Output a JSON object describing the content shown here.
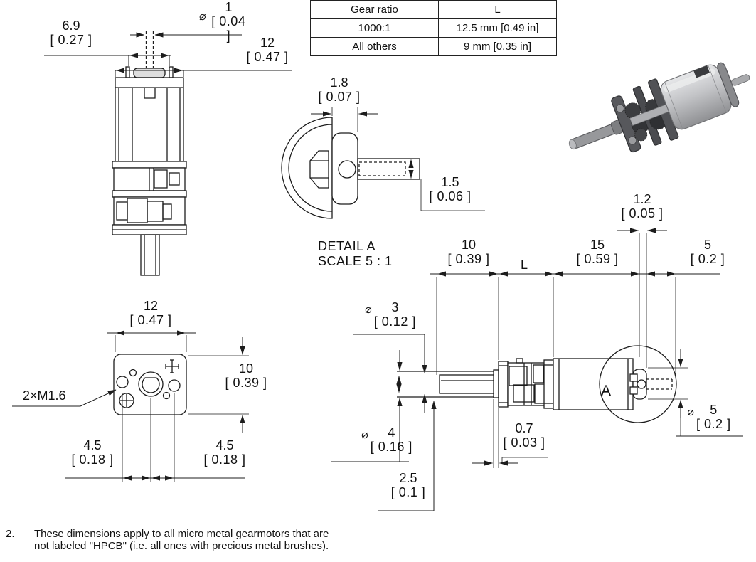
{
  "table": {
    "col1_header": "Gear ratio",
    "col2_header": "L",
    "rows": [
      {
        "ratio": "1000:1",
        "length": "12.5 mm [0.49 in]"
      },
      {
        "ratio": "All others",
        "length": "9 mm [0.35 in]"
      }
    ]
  },
  "rear_view": {
    "dim_shaft_dia": {
      "prefix": "⌀",
      "mm": "1",
      "in": "[ 0.04 ]"
    },
    "dim_terminal_span": {
      "mm": "6.9",
      "in": "[ 0.27 ]"
    },
    "dim_body_width": {
      "mm": "12",
      "in": "[ 0.47 ]"
    }
  },
  "detail_view": {
    "title": "DETAIL A",
    "scale": "SCALE 5 : 1",
    "dim_bushing_len": {
      "mm": "1.8",
      "in": "[ 0.07 ]"
    },
    "dim_shaft_dia": {
      "mm": "1.5",
      "in": "[ 0.06 ]"
    }
  },
  "face_view": {
    "dim_width": {
      "mm": "12",
      "in": "[ 0.47 ]"
    },
    "dim_height": {
      "mm": "10",
      "in": "[ 0.39 ]"
    },
    "dim_hole_left": {
      "mm": "4.5",
      "in": "[ 0.18 ]"
    },
    "dim_hole_right": {
      "mm": "4.5",
      "in": "[ 0.18 ]"
    },
    "thread_callout": "2×M1.6"
  },
  "side_view": {
    "dim_shaft_len": {
      "mm": "10",
      "in": "[ 0.39 ]"
    },
    "dim_gearbox_len_label": "L",
    "dim_motor_len": {
      "mm": "15",
      "in": "[ 0.59 ]"
    },
    "dim_rear_cap": {
      "mm": "1.2",
      "in": "[ 0.05 ]"
    },
    "dim_rear_shaft_len": {
      "mm": "5",
      "in": "[ 0.2 ]"
    },
    "dim_shaft_dia": {
      "prefix": "⌀",
      "mm": "3",
      "in": "[ 0.12 ]"
    },
    "dim_bushing_dia": {
      "prefix": "⌀",
      "mm": "4",
      "in": "[ 0.16 ]"
    },
    "dim_step": {
      "mm": "0.7",
      "in": "[ 0.03 ]"
    },
    "dim_flat_offset": {
      "mm": "2.5",
      "in": "[ 0.1 ]"
    },
    "dim_rear_bushing_dia": {
      "prefix": "⌀",
      "mm": "5",
      "in": "[ 0.2 ]"
    },
    "detail_label": "A"
  },
  "note": {
    "number": "2.",
    "text": "These dimensions apply to all micro metal gearmotors that are not labeled \"HPCB\" (i.e. all ones with precious metal brushes)."
  }
}
